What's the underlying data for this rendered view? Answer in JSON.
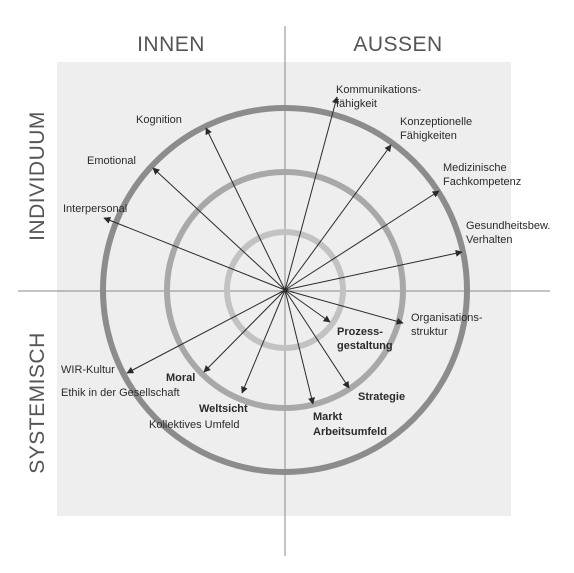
{
  "quadrant_labels": {
    "top_left": "INNEN",
    "top_right": "AUSSEN",
    "left_upper": "INDIVIDUUM",
    "left_lower": "SYSTEMISCH"
  },
  "labels": {
    "kommunikation": [
      "Kommunikations-",
      "fähigkeit"
    ],
    "konzeptionell": [
      "Konzeptionelle",
      "Fähigkeiten"
    ],
    "medizinisch": [
      "Medizinische",
      "Fachkompetenz"
    ],
    "gesundheit": [
      "Gesundheitsbew.",
      "Verhalten"
    ],
    "kognition": "Kognition",
    "emotional": "Emotional",
    "interpersonal": "Interpersonal",
    "organisation": [
      "Organisations-",
      "struktur"
    ],
    "prozess": [
      "Prozess-",
      "gestaltung"
    ],
    "strategie": "Strategie",
    "markt": [
      "Markt",
      "Arbeitsumfeld"
    ],
    "wir_kultur": "WIR-Kultur",
    "moral": "Moral",
    "ethik": "Ethik in der Gesellschaft",
    "weltsicht": "Weltsicht",
    "kollektiv": "Kollektives Umfeld"
  },
  "colors": {
    "panel": "#eeeeee",
    "axis": "#888888",
    "outer_ring": "#8c8c8c",
    "middle_ring": "#a8a8a8",
    "inner_ring": "#c2c2c2",
    "arrow": "#2a2a2a"
  }
}
